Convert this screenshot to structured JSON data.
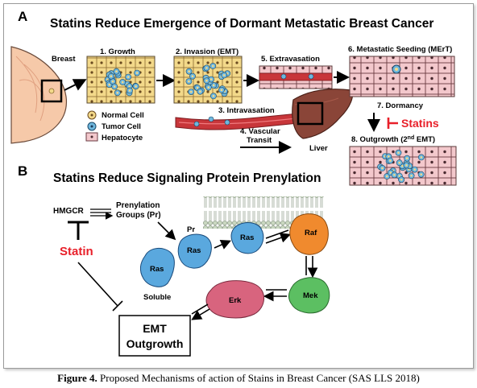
{
  "panel_a": {
    "letter": "A",
    "title": "Statins Reduce Emergence of Dormant Metastatic Breast Cancer",
    "breast_label": "Breast",
    "steps": {
      "growth": "1. Growth",
      "invasion": "2. Invasion (EMT)",
      "intravasation": "3. Intravasation",
      "vascular_transit_line1": "4. Vascular",
      "vascular_transit_line2": "Transit",
      "extravasation": "5. Extravasation",
      "seeding": "6. Metastatic Seeding (MErT)",
      "dormancy": "7. Dormancy",
      "outgrowth_prefix": "8. Outgrowth (2",
      "outgrowth_sup": "nd",
      "outgrowth_suffix": " EMT)"
    },
    "liver_label": "Liver",
    "statins_label": "Statins",
    "legend": {
      "normal_cell": "Normal Cell",
      "tumor_cell": "Tumor Cell",
      "hepatocyte": "Hepatocyte"
    }
  },
  "panel_b": {
    "letter": "B",
    "title": "Statins Reduce Signaling Protein Prenylation",
    "hmgcr": "HMGCR",
    "prenylation_line1": "Prenylation",
    "prenylation_line2": "Groups (Pr)",
    "pr_tag": "Pr",
    "statin": "Statin",
    "soluble": "Soluble",
    "proteins": {
      "ras_soluble": "Ras",
      "ras_prenylated": "Ras",
      "ras_membrane": "Ras",
      "raf": "Raf",
      "mek": "Mek",
      "erk": "Erk"
    },
    "outcome_line1": "EMT",
    "outcome_line2": "Outgrowth"
  },
  "caption": {
    "label": "Figure 4.",
    "text": " Proposed Mechanisms of action of Stains in Breast Cancer (SAS LLS 2018)"
  },
  "colors": {
    "red": "#e8202a",
    "ras_blue": "#5aa8de",
    "raf_orange": "#f08a2e",
    "mek_green": "#5cbf62",
    "erk_pink": "#d8647e",
    "hepatocyte_pink": "#f3c8cc",
    "normal_cell_tan": "#f3d98a",
    "tumor_cell_blue": "#6fb7dd",
    "vessel_red": "#c8363a",
    "liver_brown": "#8a4538"
  }
}
